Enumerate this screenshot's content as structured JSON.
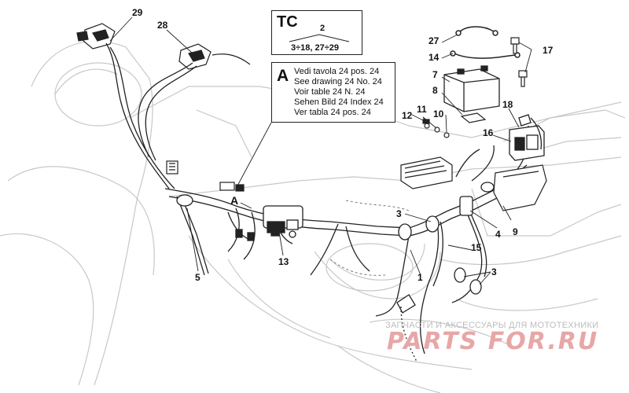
{
  "tc_box": {
    "title": "TC",
    "top_ref": "2",
    "bottom_ref": "3÷18, 27÷29"
  },
  "note_box": {
    "letter": "A",
    "lines": [
      "Vedi tavola 24 pos. 24",
      "See drawing 24 No. 24",
      "Voir table 24 N. 24",
      "Sehen Bild 24 Index 24",
      "Ver tabla 24 pos. 24"
    ]
  },
  "detail_marker": "A",
  "callouts": {
    "c29": "29",
    "c28": "28",
    "c27": "27",
    "c14": "14",
    "c17": "17",
    "c7": "7",
    "c8": "8",
    "c18": "18",
    "c12": "12",
    "c11": "11",
    "c10": "10",
    "c16": "16",
    "c3a": "3",
    "c4": "4",
    "c9": "9",
    "c15": "15",
    "c3b": "3",
    "c1": "1",
    "c13": "13",
    "c5": "5"
  },
  "watermark": {
    "subtitle": "ЗАПЧАСТИ И АКСЕССУАРЫ ДЛЯ МОТОТЕХНИКИ",
    "logo": "PARTS FOR.RU"
  },
  "colors": {
    "line": "#222222",
    "ghost": "#c8c8c8",
    "watermark_text": "#bdbdbd",
    "watermark_logo": "#e7a7a7"
  }
}
